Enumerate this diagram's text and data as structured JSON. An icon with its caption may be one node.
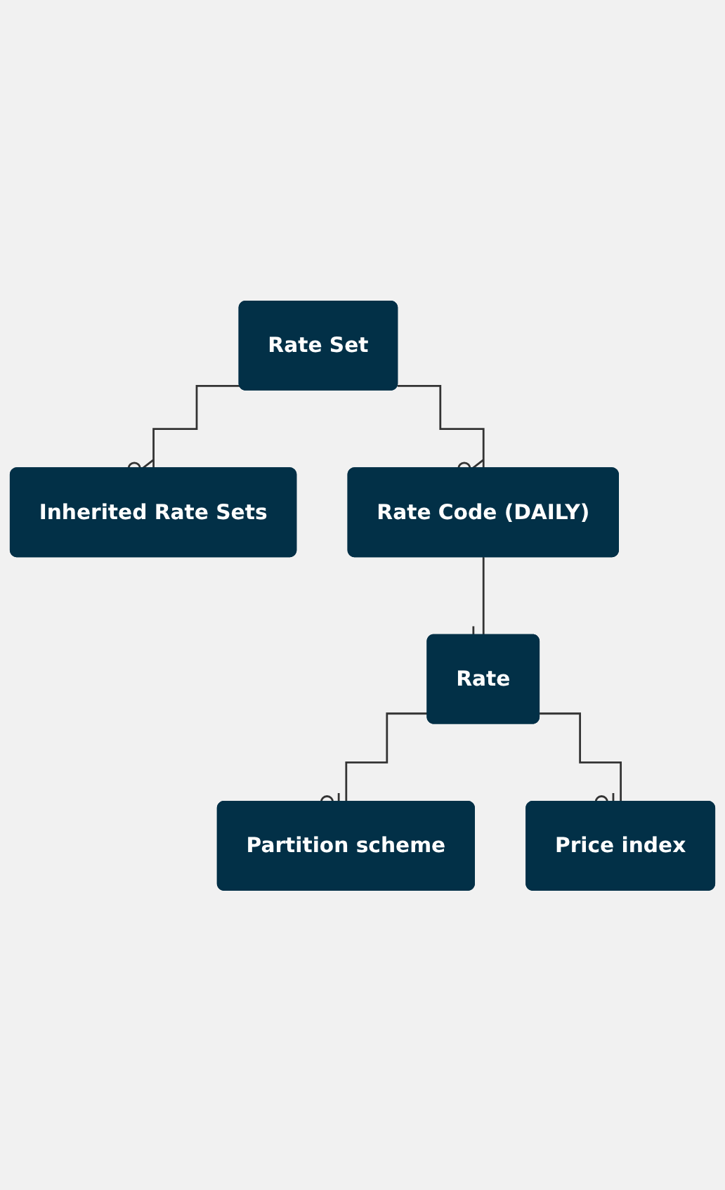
{
  "diagram": {
    "nodes": [
      {
        "text": [
          "Rate Set"
        ]
      },
      {
        "text": [
          "Inherited Rate Sets"
        ]
      },
      {
        "text": [
          "Rate Code (DAILY)"
        ]
      },
      {
        "text": [
          "Rate"
        ]
      },
      {
        "text": [
          "Partition scheme"
        ]
      },
      {
        "text": [
          "Price index"
        ]
      }
    ],
    "edges": [
      {
        "from": 0,
        "to": 1,
        "arrow": "other"
      },
      {
        "from": 0,
        "to": 2,
        "arrow": "other"
      },
      {
        "from": 2,
        "to": 3,
        "arrow": "other"
      },
      {
        "from": 3,
        "to": 4,
        "arrow": "other"
      },
      {
        "from": 3,
        "to": 5,
        "arrow": "other"
      }
    ]
  }
}
